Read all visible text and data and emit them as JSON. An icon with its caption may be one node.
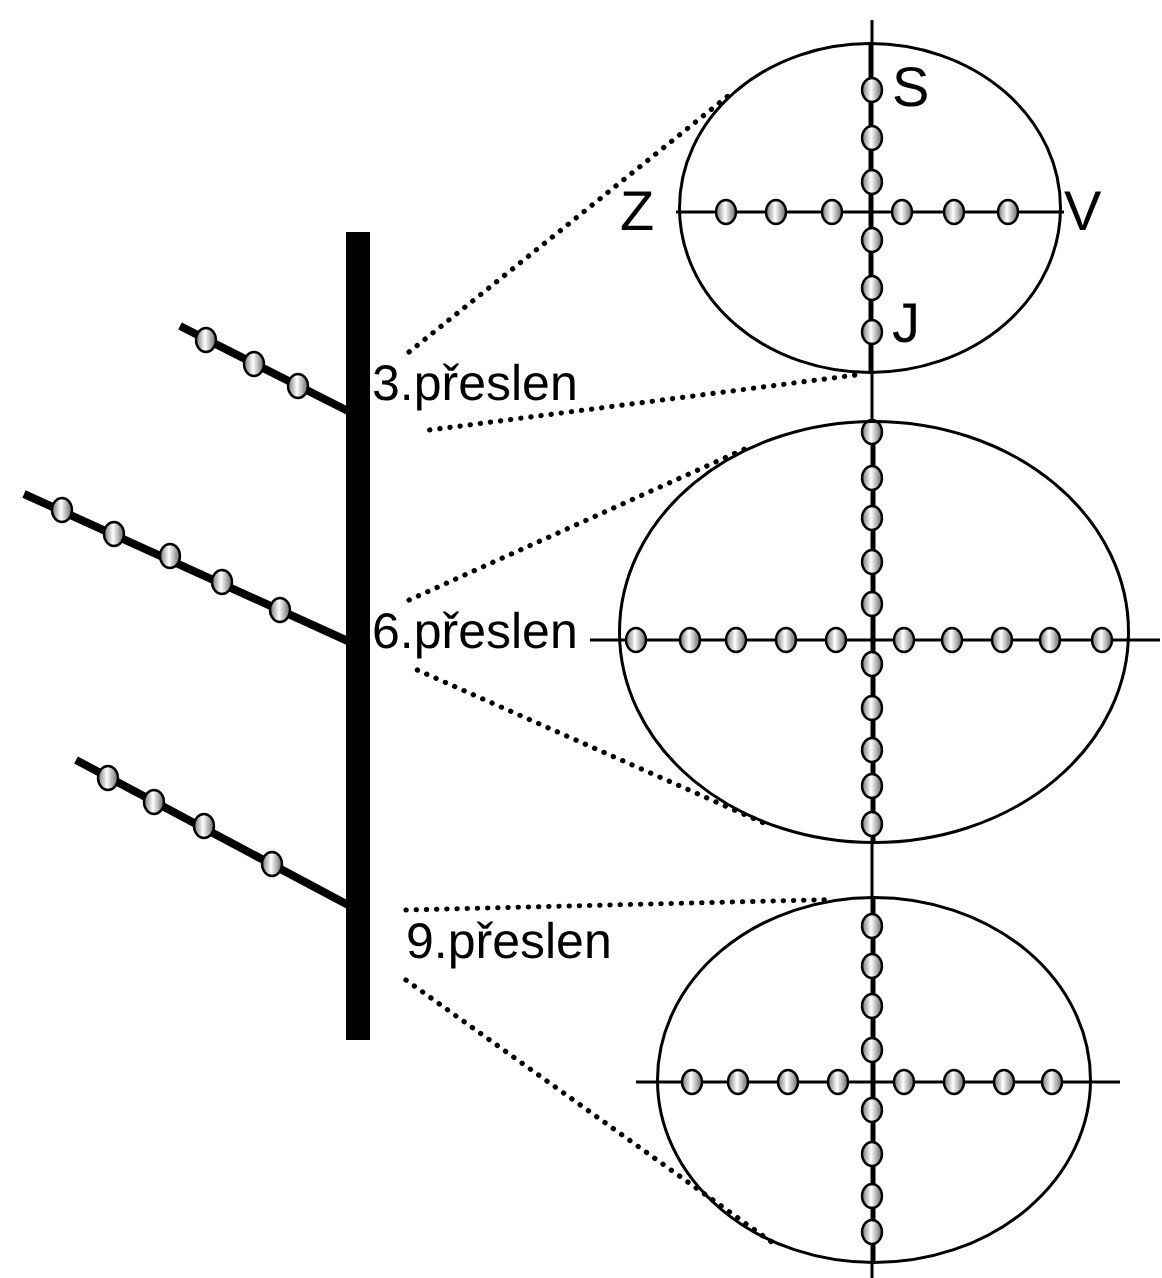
{
  "diagram": {
    "nodes": [
      {
        "text": [
          "3.přeslen"
        ]
      },
      {
        "text": [],
        "shape": "circle"
      },
      {
        "text": [
          "6.přeslen"
        ]
      },
      {
        "text": [],
        "shape": "circle"
      },
      {
        "text": [
          "9.přeslen"
        ]
      },
      {
        "text": [],
        "shape": "circle"
      }
    ],
    "edges": [
      {
        "from": 0,
        "to": 1,
        "arrow": "none"
      },
      {
        "from": 0,
        "to": 1,
        "arrow": "none"
      },
      {
        "from": 2,
        "to": 3,
        "arrow": "none"
      },
      {
        "from": 2,
        "to": 3,
        "arrow": "none"
      },
      {
        "from": 4,
        "to": 5,
        "arrow": "none"
      },
      {
        "from": 4,
        "to": 5,
        "arrow": "none"
      }
    ],
    "labels": [
      "S",
      "Z",
      "V",
      "J"
    ]
  }
}
